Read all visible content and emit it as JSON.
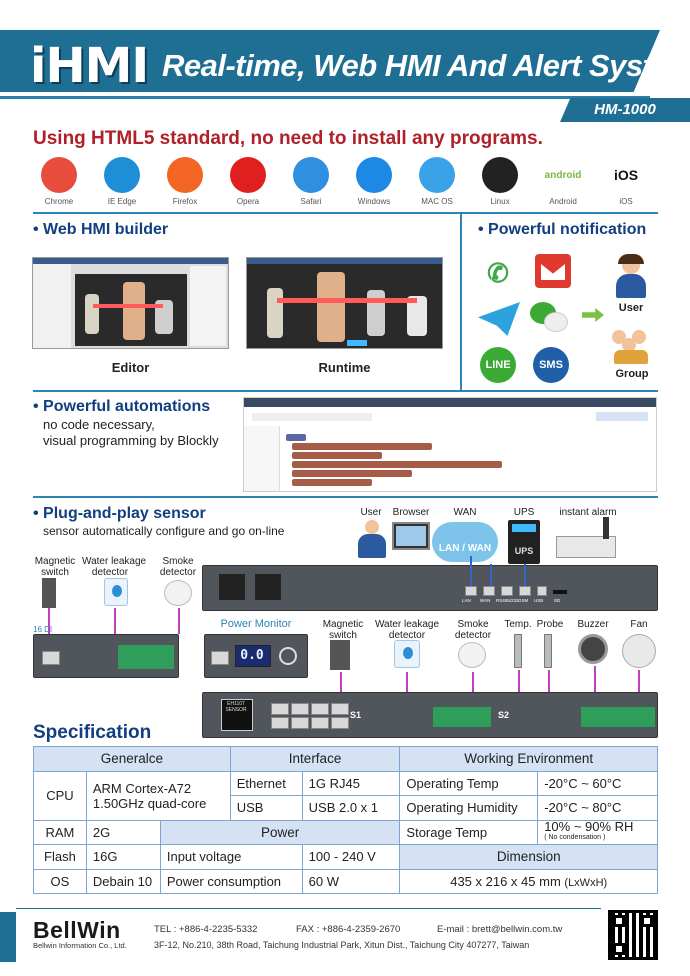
{
  "header": {
    "logo": "iHMI",
    "headline": "Real-time, Web HMI And Alert System.",
    "model": "HM-1000"
  },
  "tagline": "Using HTML5 standard, no need to install any programs.",
  "platforms": [
    {
      "label": "Chrome",
      "icon": "chrome-icon",
      "color": "#e74c3c"
    },
    {
      "label": "IE Edge",
      "icon": "edge-icon",
      "color": "#1e8ed6"
    },
    {
      "label": "Firefox",
      "icon": "firefox-icon",
      "color": "#f26522"
    },
    {
      "label": "Opera",
      "icon": "opera-icon",
      "color": "#e0201f"
    },
    {
      "label": "Safari",
      "icon": "safari-icon",
      "color": "#2f8fe0"
    },
    {
      "label": "Windows",
      "icon": "windows-icon",
      "color": "#1e88e5"
    },
    {
      "label": "MAC OS",
      "icon": "macos-icon",
      "color": "#3aa3e8"
    },
    {
      "label": "Linux",
      "icon": "linux-icon",
      "color": "#222222"
    },
    {
      "label": "Android",
      "icon": "android-icon",
      "color": "#7cb342",
      "text": "android"
    },
    {
      "label": "iOS",
      "icon": "apple-icon",
      "color": "#111111",
      "text": "iOS"
    }
  ],
  "web_hmi": {
    "title": "• Web HMI builder",
    "editor_caption": "Editor",
    "runtime_caption": "Runtime"
  },
  "notification": {
    "title": "• Powerful notification",
    "line_label": "LINE",
    "sms_label": "SMS",
    "user_label": "User",
    "group_label": "Group"
  },
  "automation": {
    "title": "• Powerful automations",
    "sub1": "no code necessary,",
    "sub2": "visual programming by Blockly"
  },
  "sensor": {
    "title": "• Plug-and-play sensor",
    "sub": "sensor automatically configure and go on-line",
    "user": "User",
    "browser": "Browser",
    "wan": "WAN",
    "lan_wan": "LAN / WAN",
    "ups": "UPS",
    "ups_box": "UPS",
    "instant_alarm": "instant alarm",
    "left_magnetic": "Magnetic\nswitch",
    "left_water": "Water leakage\ndetector",
    "left_smoke": "Smoke\ndetector",
    "di_label": "16 DI",
    "power_monitor": "Power Monitor",
    "pm_display": "0.0",
    "mid_magnetic": "Magnetic\nswitch",
    "mid_water": "Water leakage\ndetector",
    "mid_smoke": "Smoke\ndetector",
    "temp": "Temp.",
    "probe": "Probe",
    "buzzer": "Buzzer",
    "fan": "Fan",
    "s1": "S1",
    "s2": "S2",
    "device_label": "EH1107\nSENSOR",
    "port_labels": [
      "LAN",
      "WAN",
      "RS485/232",
      "GSM",
      "USB",
      "SD"
    ]
  },
  "spec": {
    "title": "Specification",
    "headers": {
      "general": "Generalce",
      "interface": "Interface",
      "env": "Working Environment",
      "power": "Power",
      "dimension": "Dimension"
    },
    "cpu_label": "CPU",
    "cpu_value": "ARM Cortex-A72\n1.50GHz quad-core",
    "ram_label": "RAM",
    "ram_value": "2G",
    "flash_label": "Flash",
    "flash_value": "16G",
    "os_label": "OS",
    "os_value": "Debain 10",
    "ethernet_label": "Ethernet",
    "ethernet_value": "1G RJ45",
    "usb_label": "USB",
    "usb_value": "USB 2.0 x 1",
    "input_voltage_label": "Input voltage",
    "input_voltage_value": "100 - 240 V",
    "power_consumption_label": "Power consumption",
    "power_consumption_value": "60 W",
    "op_temp_label": "Operating Temp",
    "op_temp_value": "-20°C ~ 60°C",
    "op_hum_label": "Operating Humidity",
    "op_hum_value": "-20°C ~ 80°C",
    "storage_label": "Storage Temp",
    "storage_value": "10% ~ 90% RH",
    "storage_note": "( No condensation )",
    "dimension_value": "435 x 216 x 45 mm",
    "dimension_unit": "(LxWxH)"
  },
  "footer": {
    "brand": "BellWin",
    "brand_sub": "Bellwin Information Co., Ltd.",
    "tel": "TEL : +886-4-2235-5332",
    "fax": "FAX : +886-4-2359-2670",
    "email": "E-mail : brett@bellwin.com.tw",
    "address": "3F-12, No.210, 38th Road, Taichung Industrial Park, Xitun Dist., Taichung City 407277, Taiwan"
  }
}
